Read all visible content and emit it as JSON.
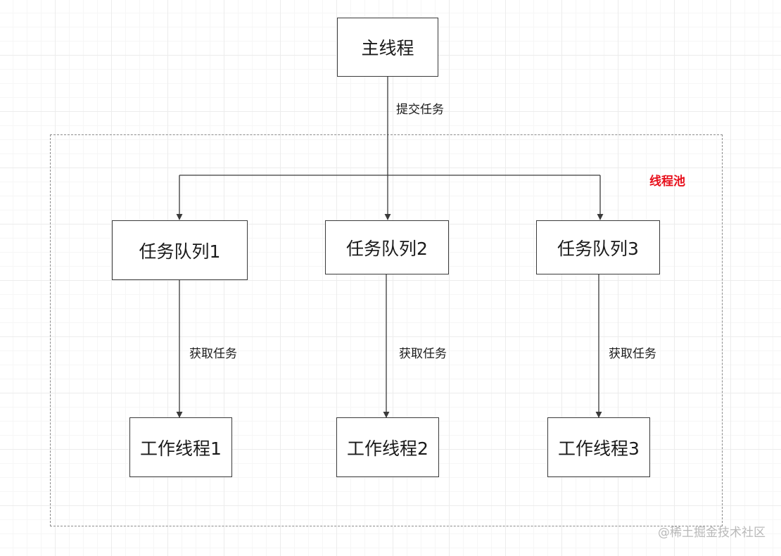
{
  "diagram": {
    "main_thread": "主线程",
    "submit_label": "提交任务",
    "pool_label": "线程池",
    "queues": [
      "任务队列1",
      "任务队列2",
      "任务队列3"
    ],
    "fetch_labels": [
      "获取任务",
      "获取任务",
      "获取任务"
    ],
    "workers": [
      "工作线程1",
      "工作线程2",
      "工作线程3"
    ],
    "colors": {
      "pool_label": "#e8101c",
      "line": "#3a3a3a",
      "pool_border": "#8a8a8a"
    }
  },
  "watermark": "@稀土掘金技术社区"
}
